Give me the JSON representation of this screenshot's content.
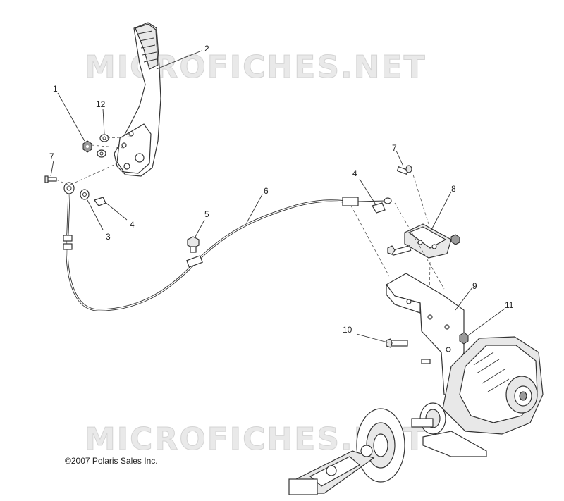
{
  "watermark": {
    "top": "MICROFICHES.NET",
    "bottom": "MICROFICHES.NET"
  },
  "copyright": "©2007 Polaris Sales Inc.",
  "callouts": {
    "c1": "1",
    "c2": "2",
    "c3": "3",
    "c4a": "4",
    "c4b": "4",
    "c5": "5",
    "c6": "6",
    "c7a": "7",
    "c7b": "7",
    "c8": "8",
    "c9": "9",
    "c10": "10",
    "c11": "11",
    "c12": "12"
  }
}
